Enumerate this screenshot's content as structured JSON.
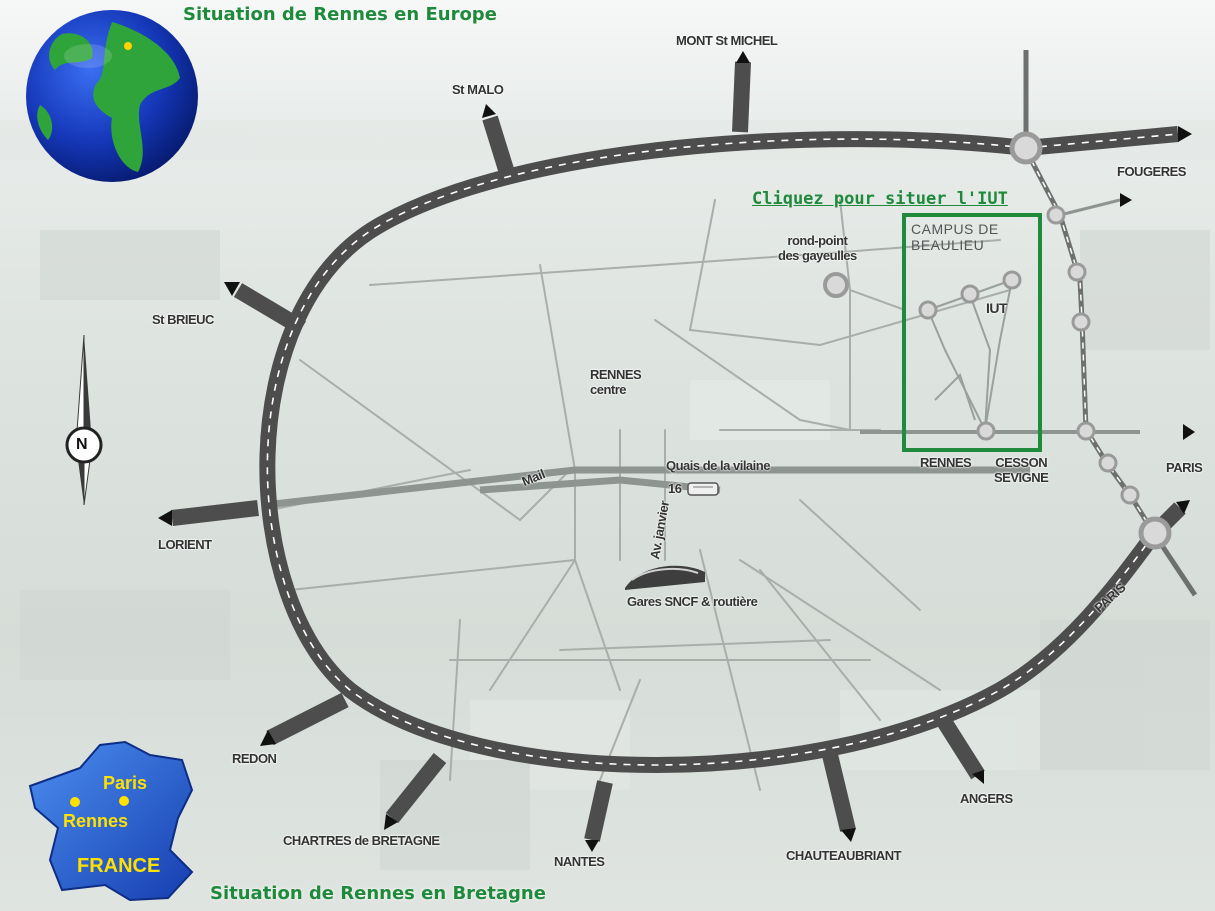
{
  "map": {
    "title_europe": "Situation de Rennes en Europe",
    "title_bretagne": "Situation de Rennes en Bretagne",
    "iut_link": "Cliquez pour situer l'IUT",
    "campus_label": "CAMPUS DE\nBEAULIEU",
    "iut": "IUT",
    "compass_north": "N",
    "colors": {
      "accent_green": "#1f8a3c",
      "ring_road": "#4d4d4d",
      "france_yellow": "#ffe100",
      "france_blue": "#1f5fd0"
    }
  },
  "destinations": {
    "mont_st_michel": "MONT St MICHEL",
    "st_malo": "St MALO",
    "fougeres": "FOUGERES",
    "st_brieuc": "St BRIEUC",
    "paris_east": "PARIS",
    "lorient": "LORIENT",
    "paris_road": "PARIS",
    "redon": "REDON",
    "angers": "ANGERS",
    "chartres": "CHARTRES de BRETAGNE",
    "nantes": "NANTES",
    "chateaubriant": "CHAUTEAUBRIANT"
  },
  "places": {
    "rond_point": "rond-point\ndes gayeulles",
    "rennes_centre": "RENNES\ncentre",
    "mail": "Mail",
    "quais": "Quais de la vilaine",
    "bus_line": "16",
    "av_janvier": "Av. janvier",
    "gares": "Gares SNCF & routière",
    "rennes_station": "RENNES",
    "cesson": "CESSON\nSEVIGNE"
  },
  "france_inset": {
    "paris": "Paris",
    "rennes": "Rennes",
    "country": "FRANCE"
  }
}
